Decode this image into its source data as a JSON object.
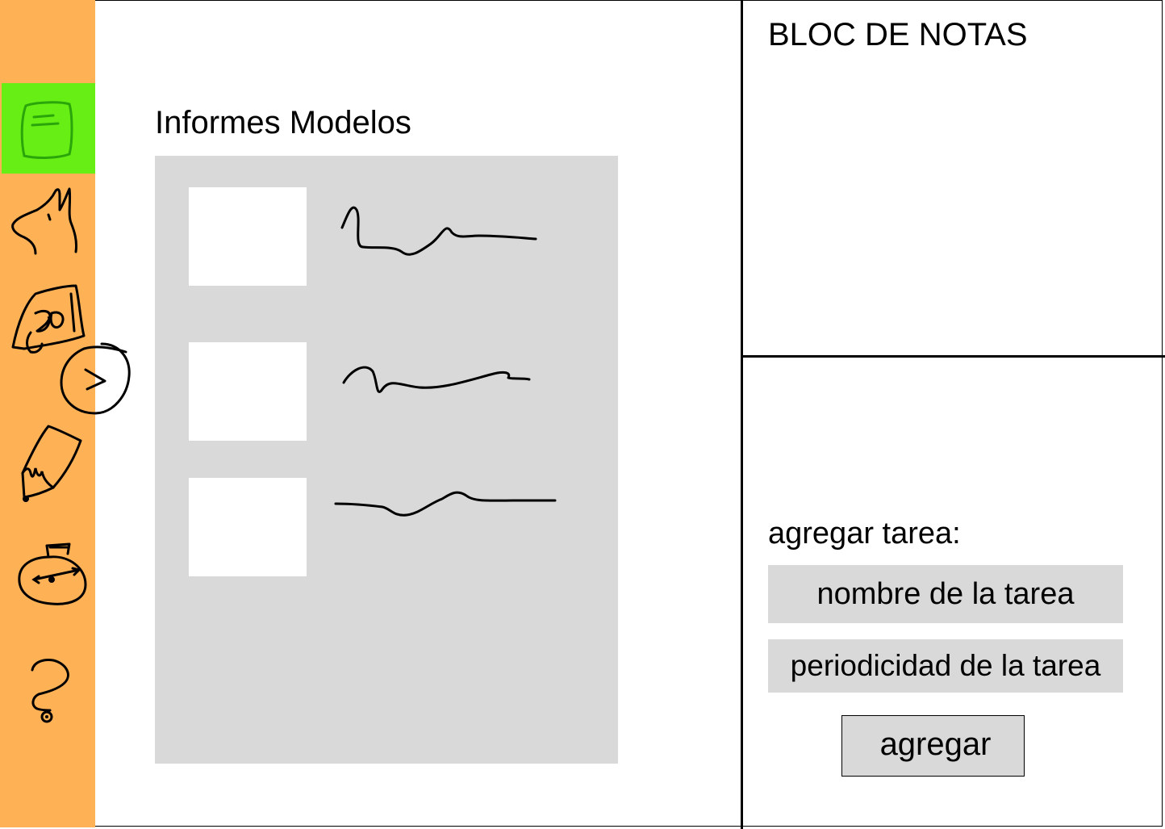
{
  "sidebar": {
    "items": [
      {
        "icon": "notepad-icon",
        "active": true
      },
      {
        "icon": "dog-icon",
        "active": false
      },
      {
        "icon": "doghouse-icon",
        "active": false
      },
      {
        "icon": "pencil-icon",
        "active": false
      },
      {
        "icon": "stopwatch-icon",
        "active": false
      },
      {
        "icon": "question-icon",
        "active": false
      }
    ],
    "toggle_icon": "chevron-right-icon",
    "colors": {
      "background": "#ffb156",
      "active": "#66ee15"
    }
  },
  "main": {
    "title": "Informes Modelos",
    "reports_count": 3
  },
  "notes": {
    "title": "BLOC DE NOTAS"
  },
  "task_form": {
    "label": "agregar tarea:",
    "name_placeholder": "nombre de la tarea",
    "periodicity_placeholder": "periodicidad de la tarea",
    "submit_label": "agregar"
  }
}
